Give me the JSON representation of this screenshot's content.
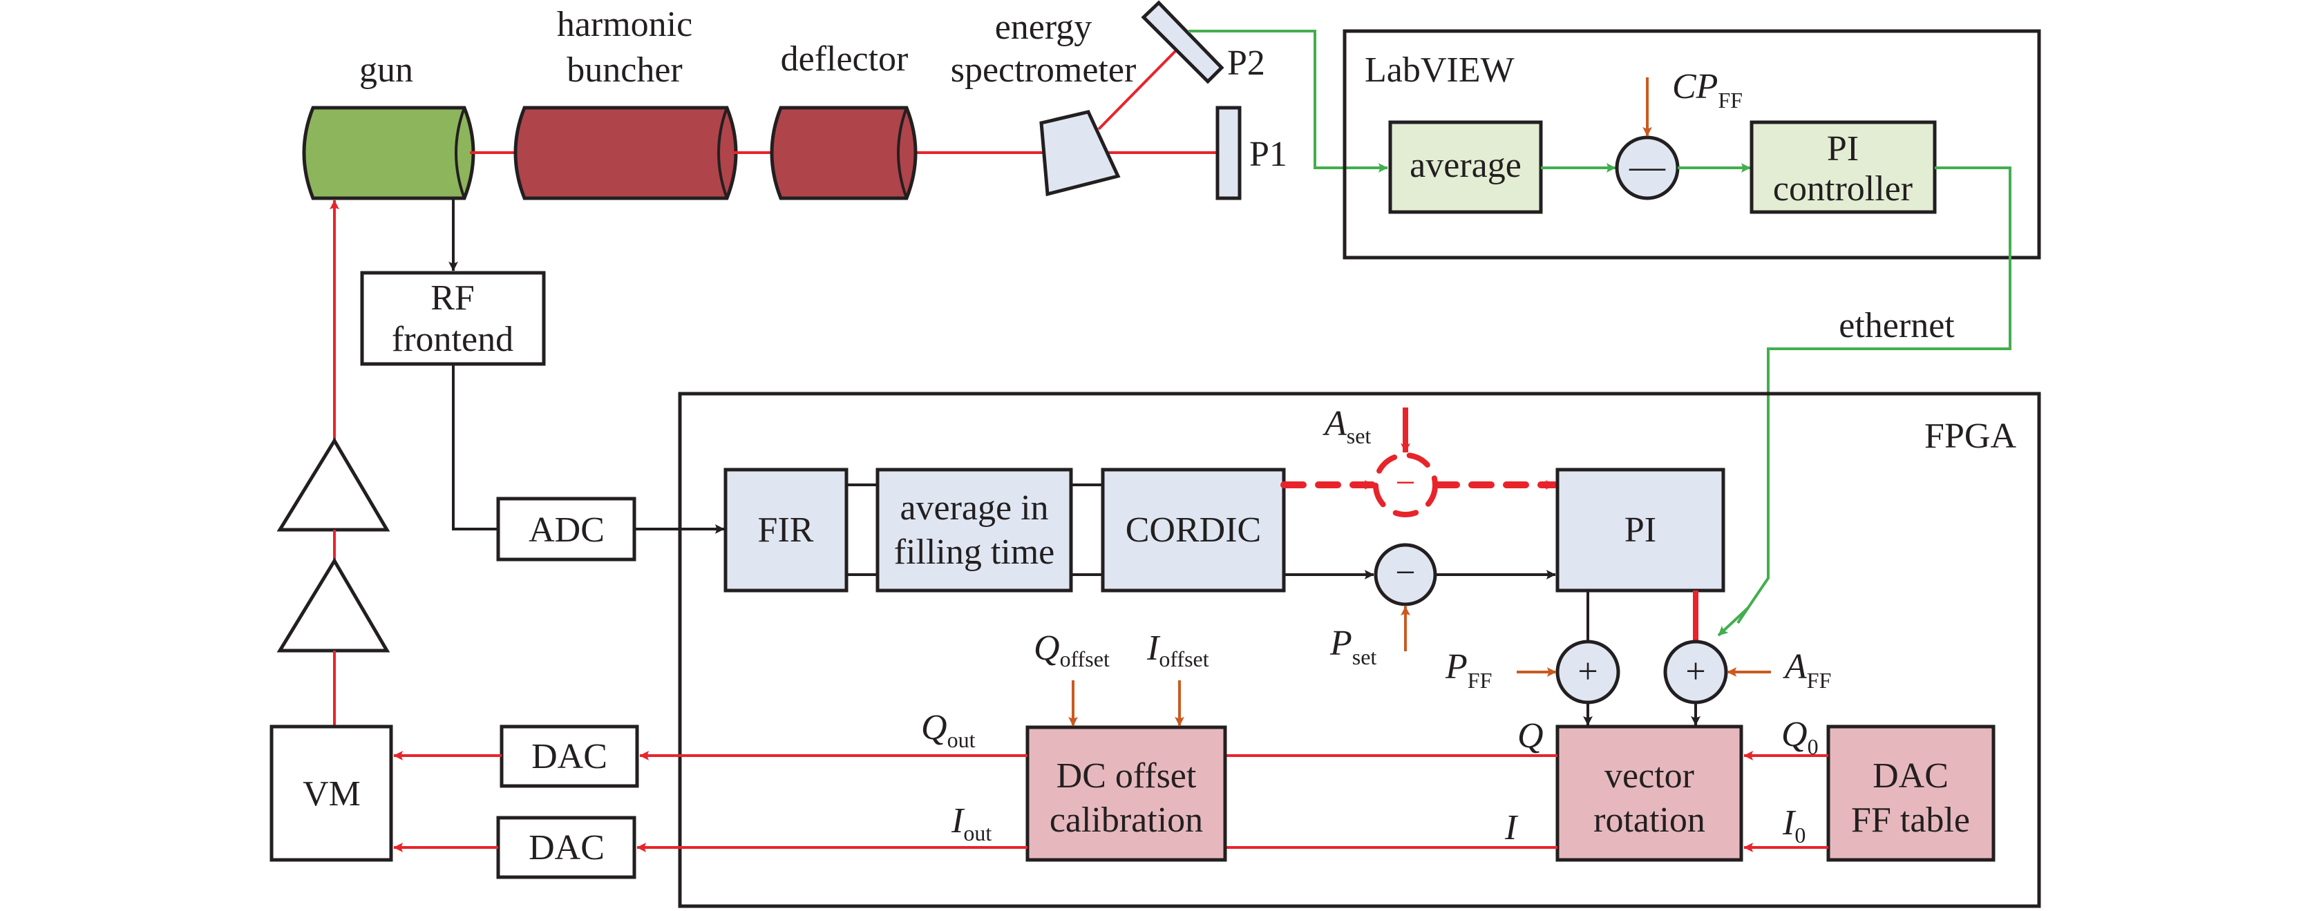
{
  "colors": {
    "gun_fill": "#8db55c",
    "cavity_fill": "#b0444b",
    "light_blue": "#dfe6f2",
    "light_green": "#e2edd3",
    "pink": "#e6b8bd",
    "rf_red": "#e8242b",
    "green_signal": "#43ae4f",
    "orange_input": "#c95a22",
    "black": "#231f20"
  },
  "beamline": {
    "gun": "gun",
    "buncher_line1": "harmonic",
    "buncher_line2": "buncher",
    "deflector": "deflector",
    "spectrometer_line1": "energy",
    "spectrometer_line2": "spectrometer",
    "p1": "P1",
    "p2": "P2"
  },
  "left_chain": {
    "rf_frontend_line1": "RF",
    "rf_frontend_line2": "frontend",
    "adc": "ADC",
    "dac_q": "DAC",
    "dac_i": "DAC",
    "vm": "VM"
  },
  "labview": {
    "title": "LabVIEW",
    "average": "average",
    "minus_symbol": "—",
    "cp_ff_main": "CP",
    "cp_ff_sub": "FF",
    "pi_controller_line1": "PI",
    "pi_controller_line2": "controller"
  },
  "ethernet_label": "ethernet",
  "fpga": {
    "title": "FPGA",
    "fir": "FIR",
    "average_line1": "average in",
    "average_line2": "filling time",
    "cordic": "CORDIC",
    "pi": "PI",
    "minus_symbol": "−",
    "plus_symbol": "+",
    "a_set_main": "A",
    "a_set_sub": "set",
    "p_set_main": "P",
    "p_set_sub": "set",
    "p_ff_main": "P",
    "p_ff_sub": "FF",
    "a_ff_main": "A",
    "a_ff_sub": "FF",
    "q_offset_main": "Q",
    "q_offset_sub": "offset",
    "i_offset_main": "I",
    "i_offset_sub": "offset",
    "q_out_main": "Q",
    "q_out_sub": "out",
    "i_out_main": "I",
    "i_out_sub": "out",
    "q_label": "Q",
    "i_label": "I",
    "q0_main": "Q",
    "q0_sub": "0",
    "i0_main": "I",
    "i0_sub": "0",
    "dc_offset_line1": "DC offset",
    "dc_offset_line2": "calibration",
    "vector_rotation_line1": "vector",
    "vector_rotation_line2": "rotation",
    "dac_ff_line1": "DAC",
    "dac_ff_line2": "FF table"
  }
}
